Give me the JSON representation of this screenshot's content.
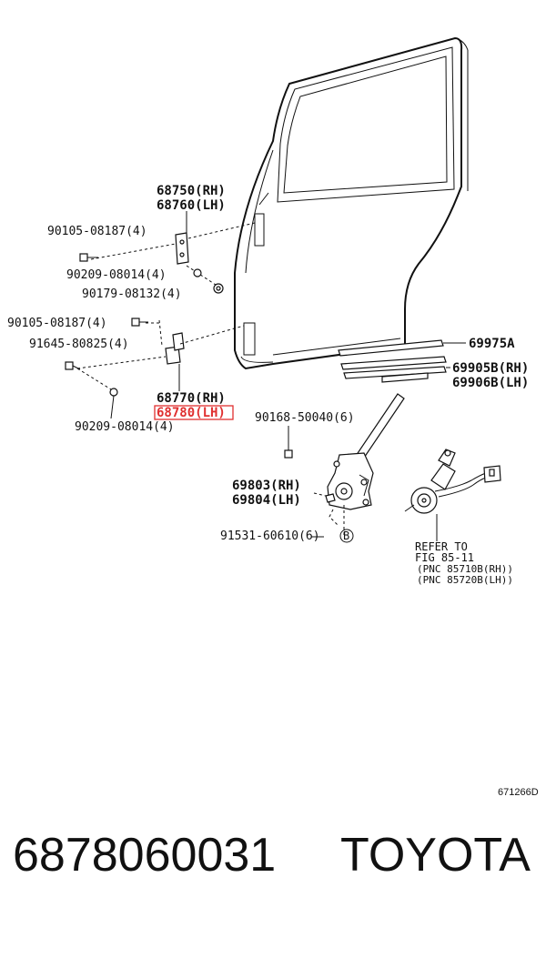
{
  "labels": {
    "hinge_upper_rh": "68750(RH)",
    "hinge_upper_lh": "68760(LH)",
    "bolt_upper": "90105-08187(4)",
    "washer_upper": "90209-08014(4)",
    "nut_upper": "90179-08132(4)",
    "bolt_lower": "90105-08187(4)",
    "pin_lower": "91645-80825(4)",
    "washer_lower": "90209-08014(4)",
    "hinge_lower_rh": "68770(RH)",
    "hinge_lower_lh": "68780(LH)",
    "weatherstrip": "69975A",
    "channel_rh": "69905B(RH)",
    "channel_lh": "69906B(LH)",
    "screw_regulator": "90168-50040(6)",
    "regulator_rh": "69803(RH)",
    "regulator_lh": "69804(LH)",
    "bolt_regulator": "91531-60610(6)",
    "callout_b": "B"
  },
  "reference": {
    "line1": "REFER TO",
    "line2": "FIG 85-11",
    "line3": "(PNC 85710B(RH))",
    "line4": "(PNC 85720B(LH))"
  },
  "diagram_code": "671266D",
  "footer": {
    "part_number": "6878060031",
    "brand": "TOYOTA"
  },
  "highlight_color": "#e03030"
}
